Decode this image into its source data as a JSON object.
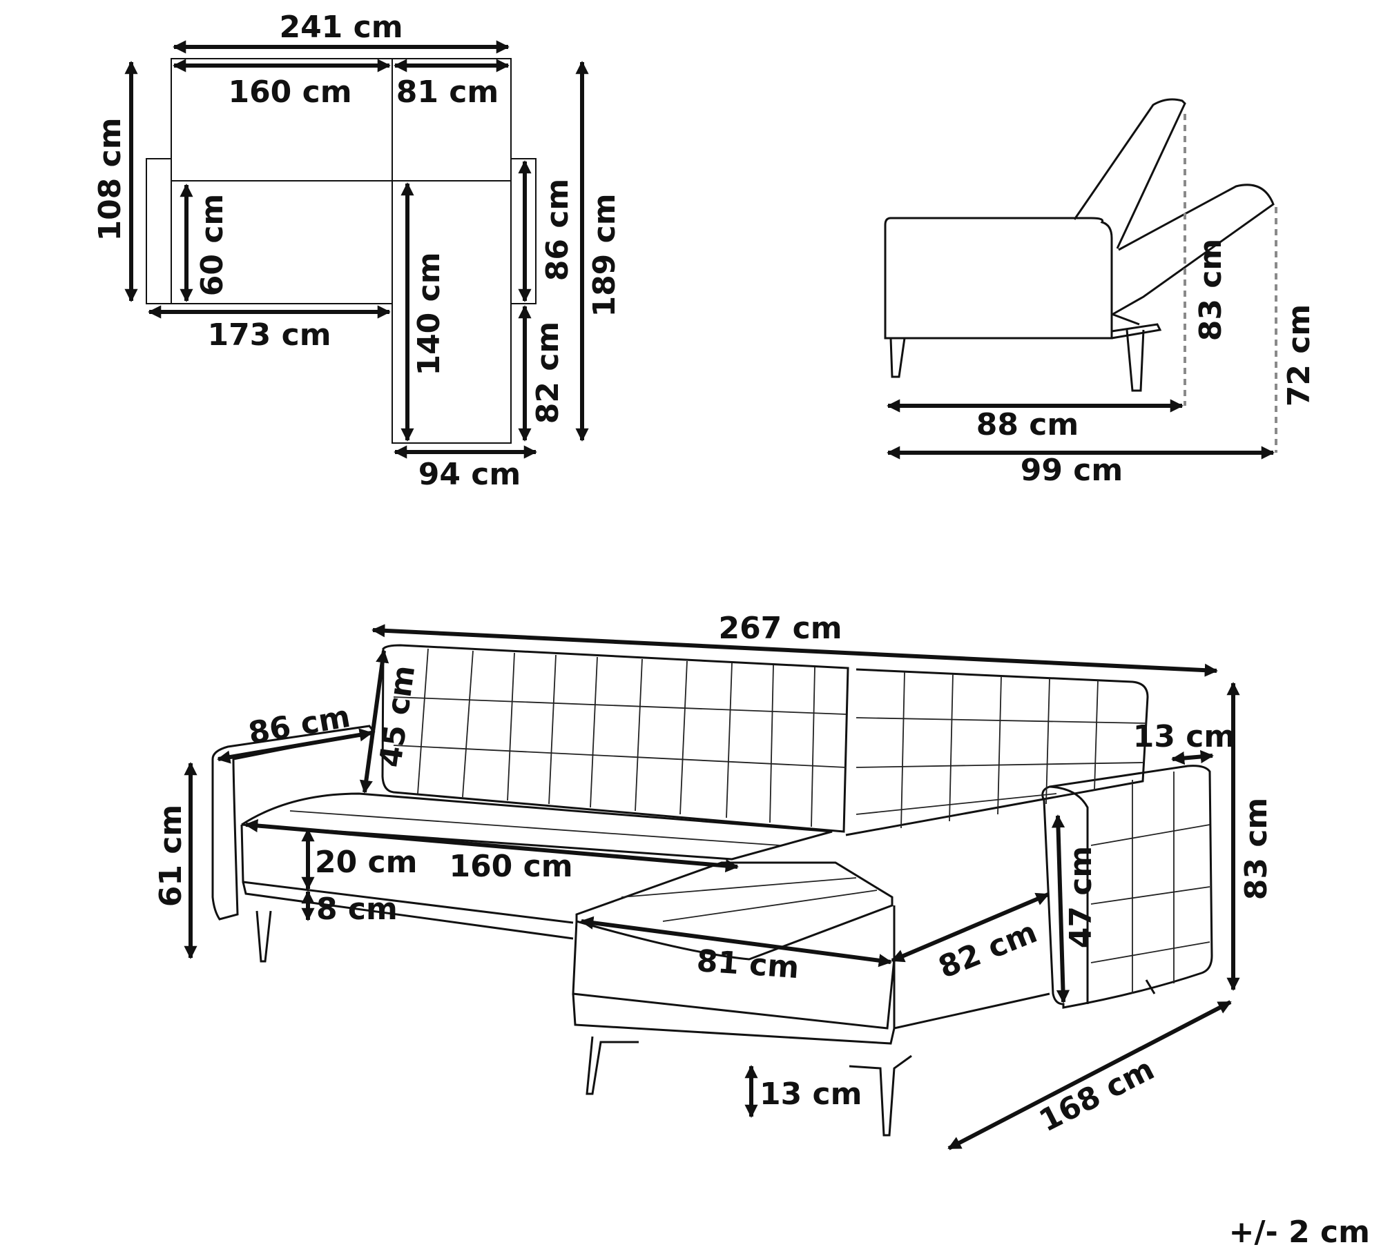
{
  "plan_view": {
    "total_width": "241 cm",
    "sofa_width": "160 cm",
    "chaise_width": "81 cm",
    "sofa_depth": "108 cm",
    "seat_depth": "60 cm",
    "total_depth": "189 cm",
    "armrest_depth": "86 cm",
    "bed_length": "173 cm",
    "chaise_length": "140 cm",
    "chaise_seat_length": "82 cm",
    "chaise_total_width": "94 cm"
  },
  "side_view": {
    "depth_upright": "88 cm",
    "depth_reclined": "99 cm",
    "height_upright": "83 cm",
    "height_reclined": "72 cm"
  },
  "perspective_view": {
    "total_width": "267 cm",
    "armrest_length": "86 cm",
    "backrest_height": "45 cm",
    "armrest_width": "13 cm",
    "arm_height": "61 cm",
    "cushion_height": "20 cm",
    "seat_width": "160 cm",
    "base_height": "8 cm",
    "chaise_width": "81 cm",
    "chaise_length": "82 cm",
    "armrest_height": "47 cm",
    "total_height": "83 cm",
    "leg_height": "13 cm",
    "total_depth": "168 cm"
  },
  "tolerance": "+/- 2 cm"
}
